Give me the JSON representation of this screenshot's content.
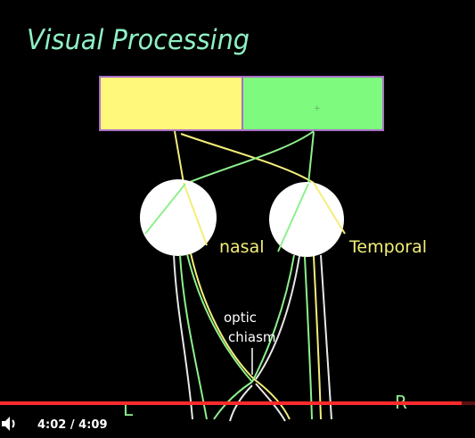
{
  "title": "Visual Processing",
  "labels": {
    "nasal": "nasal",
    "temporal": "Temporal",
    "optic_chiasm_line1": "optic",
    "optic_chiasm_line2": "chiasm",
    "left": "L",
    "right": "R"
  },
  "player": {
    "current_time": "4:02",
    "separator": " / ",
    "duration": "4:09",
    "progress_fraction": 0.972
  },
  "colors": {
    "background": "#000000",
    "title_ink": "#8ff0c4",
    "left_field": "#fff87a",
    "right_field": "#7efb7e",
    "field_border": "#a970c8",
    "eye": "#ffffff",
    "yellow_ink": "#f3ee7a",
    "green_ink": "#8ef08c",
    "white_ink": "#e8e8e8",
    "progress_bar": "#ff2b2b",
    "player_text": "#ffffff"
  },
  "icons": {
    "volume": "speaker-icon"
  }
}
